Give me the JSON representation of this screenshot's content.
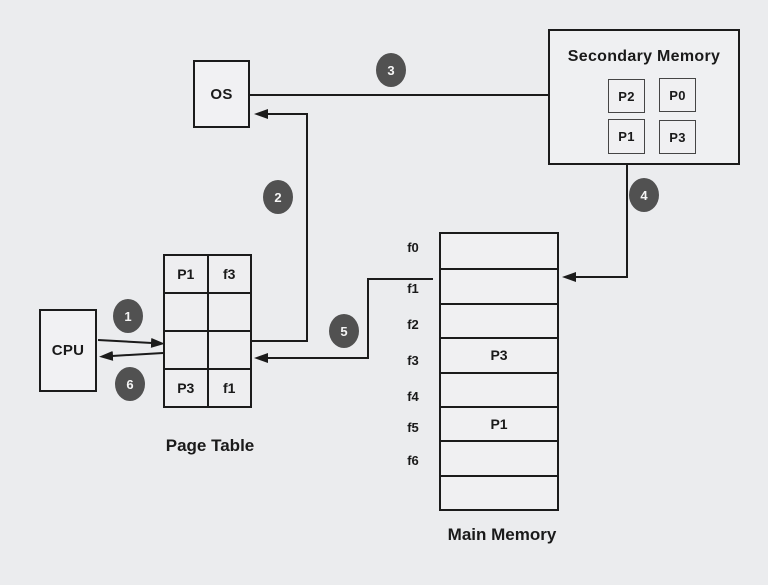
{
  "diagram": {
    "title_hint": "demand paging / page fault handling diagram",
    "colors": {
      "background": "#ebecee",
      "line": "#1b1b1b",
      "step_badge": "#515151",
      "badge_text": "#f5f5f5"
    },
    "cpu": {
      "label": "CPU"
    },
    "os": {
      "label": "OS"
    },
    "secondary_memory": {
      "title": "Secondary Memory",
      "pages": [
        "P2",
        "P0",
        "P1",
        "P3"
      ]
    },
    "page_table": {
      "caption": "Page Table",
      "rows": [
        [
          "P1",
          "f3"
        ],
        [
          "",
          ""
        ],
        [
          "",
          ""
        ],
        [
          "P3",
          "f1"
        ]
      ]
    },
    "main_memory": {
      "caption": "Main Memory",
      "frames": [
        {
          "label": "f0",
          "content": ""
        },
        {
          "label": "f1",
          "content": ""
        },
        {
          "label": "f2",
          "content": ""
        },
        {
          "label": "f3",
          "content": "P3"
        },
        {
          "label": "f4",
          "content": ""
        },
        {
          "label": "f5",
          "content": "P1"
        },
        {
          "label": "f6",
          "content": ""
        },
        {
          "label": "",
          "content": ""
        }
      ]
    },
    "steps": [
      "1",
      "2",
      "3",
      "4",
      "5",
      "6"
    ]
  }
}
